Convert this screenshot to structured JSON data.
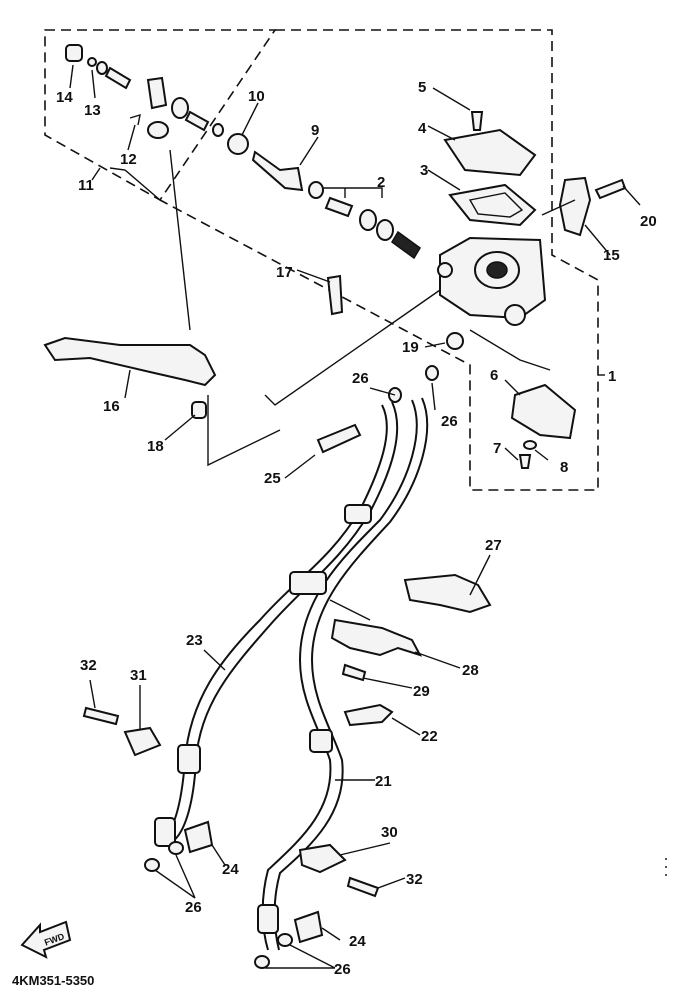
{
  "diagram": {
    "part_number": "4KM351-5350",
    "fwd_label": "FWD",
    "callouts": {
      "c1": "1",
      "c2": "2",
      "c3": "3",
      "c4": "4",
      "c5": "5",
      "c6": "6",
      "c7": "7",
      "c8": "8",
      "c9": "9",
      "c10": "10",
      "c11": "11",
      "c12": "12",
      "c13": "13",
      "c14": "14",
      "c15": "15",
      "c16": "16",
      "c17": "17",
      "c18": "18",
      "c19": "19",
      "c20": "20",
      "c21": "21",
      "c22": "22",
      "c23": "23",
      "c24a": "24",
      "c24b": "24",
      "c25": "25",
      "c26a": "26",
      "c26b": "26",
      "c26c": "26",
      "c26d": "26",
      "c27": "27",
      "c28": "28",
      "c29": "29",
      "c30": "30",
      "c31": "31",
      "c32a": "32",
      "c32b": "32"
    }
  }
}
